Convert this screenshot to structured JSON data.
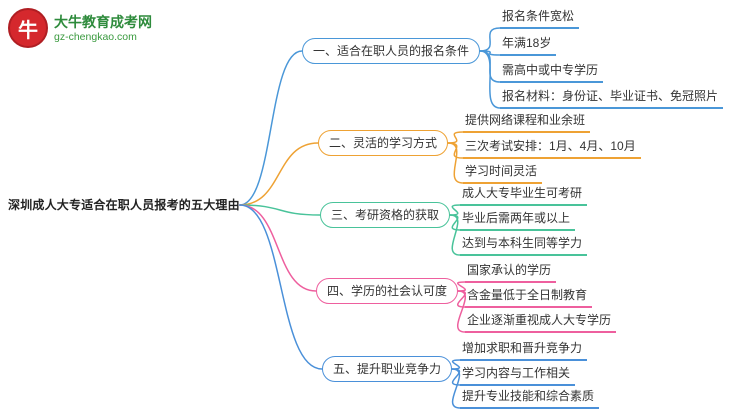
{
  "logo": {
    "mark": "牛",
    "brand": "大牛教育成考网",
    "domain": "gz-chengkao.com"
  },
  "root": {
    "label": "深圳成人大专适合在职人员报考的五大理由"
  },
  "branches": [
    {
      "label": "一、适合在职人员的报名条件",
      "color": "#4a97d8",
      "children": [
        "报名条件宽松",
        "年满18岁",
        "需高中或中专学历",
        "报名材料：身份证、毕业证书、免冠照片"
      ]
    },
    {
      "label": "二、灵活的学习方式",
      "color": "#eea234",
      "children": [
        "提供网络课程和业余班",
        "三次考试安排：1月、4月、10月",
        "学习时间灵活"
      ]
    },
    {
      "label": "三、考研资格的获取",
      "color": "#49c39a",
      "children": [
        "成人大专毕业生可考研",
        "毕业后需两年或以上",
        "达到与本科生同等学力"
      ]
    },
    {
      "label": "四、学历的社会认可度",
      "color": "#ee5f9e",
      "children": [
        "国家承认的学历",
        "含金量低于全日制教育",
        "企业逐渐重视成人大专学历"
      ]
    },
    {
      "label": "五、提升职业竞争力",
      "color": "#4a90d9",
      "children": [
        "增加求职和晋升竞争力",
        "学习内容与工作相关",
        "提升专业技能和综合素质"
      ]
    }
  ]
}
